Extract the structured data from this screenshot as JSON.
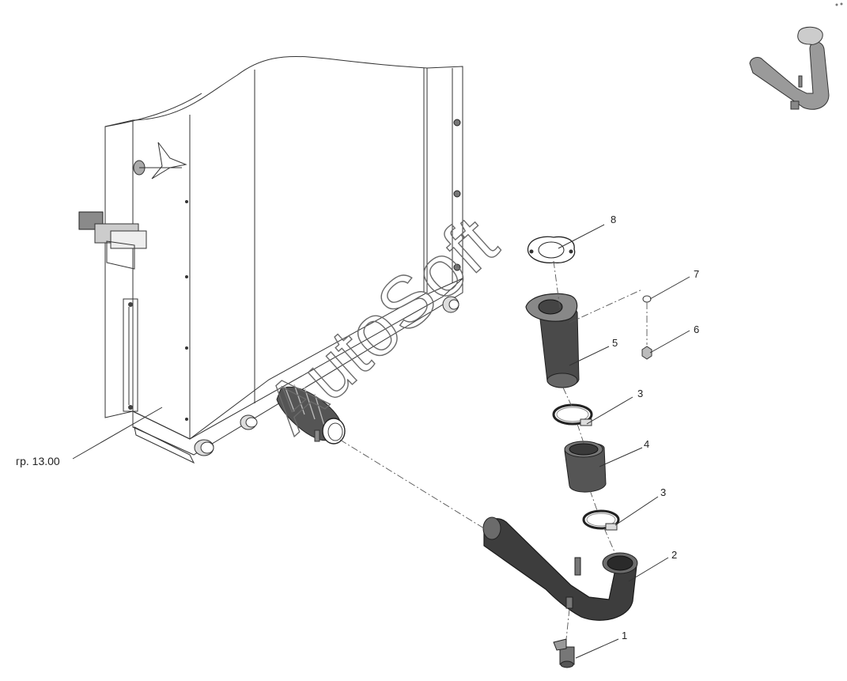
{
  "callouts": {
    "c1": "1",
    "c2": "2",
    "c3a": "3",
    "c3b": "3",
    "c4": "4",
    "c5": "5",
    "c6": "6",
    "c7": "7",
    "c8": "8"
  },
  "reference": "гр. 13.00",
  "watermark": "AutoSoft",
  "colors": {
    "part_dark": "#3d3d3d",
    "part_mid": "#6b6b6b",
    "outline": "#333333",
    "panel": "#ffffff"
  }
}
